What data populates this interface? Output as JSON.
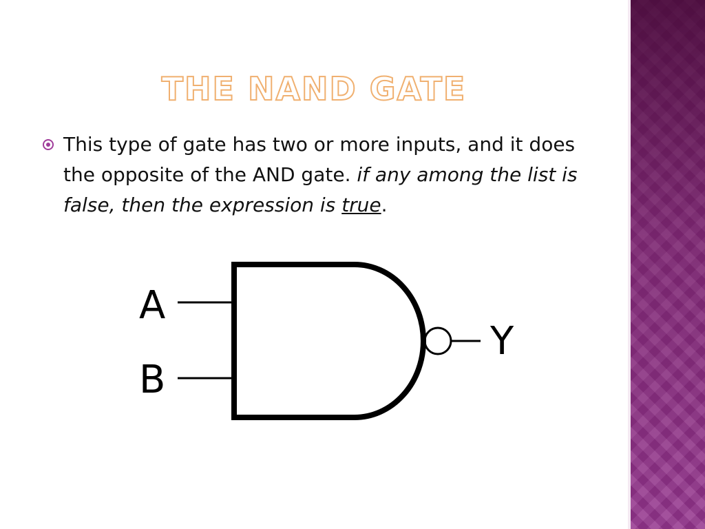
{
  "slide": {
    "title": "THE NAND GATE",
    "bullet": {
      "text_plain": "This type of gate has two or more inputs, and it does the opposite of the AND gate.",
      "text_italic": "if any among the list is false, then the expression is",
      "text_underlined": "true",
      "text_end": "."
    }
  },
  "diagram": {
    "input_a": "A",
    "input_b": "B",
    "output": "Y"
  },
  "colors": {
    "title_outline": "#f0b070",
    "accent": "#a03c9a",
    "side_band": "#8c2f85"
  }
}
